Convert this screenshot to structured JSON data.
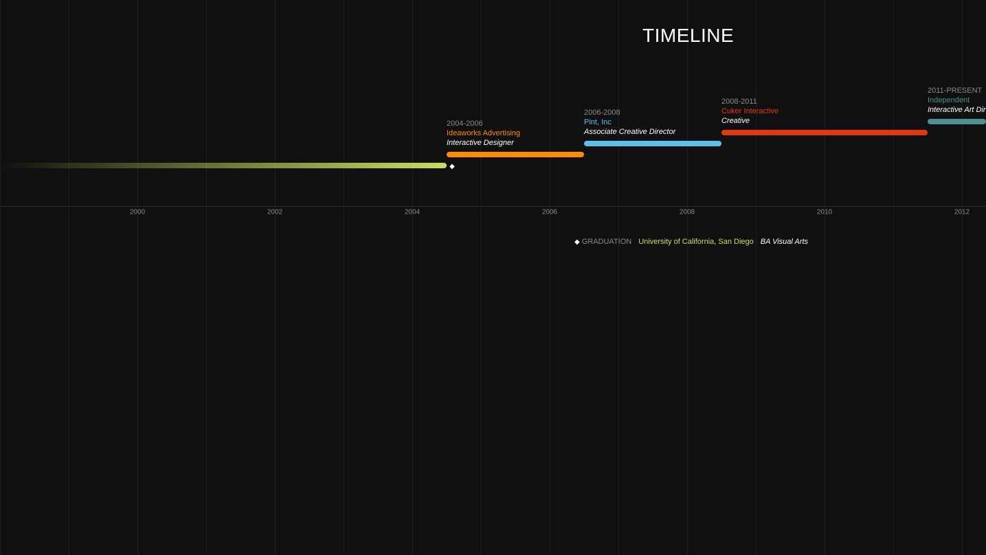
{
  "title": "TIMELINE",
  "colors": {
    "background": "#101010",
    "grid": "#1e1e1e",
    "axis": "#2e2e2e",
    "tick_label": "#8a8a8a",
    "education": "#c8e05a",
    "ideaworks": "#ff8c00",
    "pint": "#5bc0eb",
    "cuker": "#e03a0e",
    "independent": "#4e8f91"
  },
  "chart_data": {
    "type": "timeline",
    "title": "TIMELINE",
    "x_domain": [
      1998,
      2012.35
    ],
    "x_ticks": [
      "2000",
      "2002",
      "2004",
      "2006",
      "2008",
      "2010",
      "2012"
    ],
    "grid": true,
    "entries": [
      {
        "period": "",
        "company": "",
        "role": "",
        "start": 1998,
        "end": 2004.5,
        "level": 0,
        "color": "#c8e05a",
        "gradient": true
      },
      {
        "period": "2004-2006",
        "company": "Ideaworks Advertising",
        "role": "Interactive Designer",
        "start": 2004.5,
        "end": 2006.5,
        "level": 1,
        "color": "#ff8c00"
      },
      {
        "period": "2006-2008",
        "company": "Pint, Inc",
        "role": "Associate Creative Director",
        "start": 2006.5,
        "end": 2008.5,
        "level": 2,
        "color": "#5bc0eb"
      },
      {
        "period": "2008-2011",
        "company": "Cuker Interactive",
        "role": "Creative",
        "start": 2008.5,
        "end": 2011.5,
        "level": 3,
        "color": "#e03a0e"
      },
      {
        "period": "2011-PRESENT",
        "company": "Independent",
        "role": "Interactive Art Director",
        "start": 2011.5,
        "end": 2012.35,
        "level": 4,
        "color": "#4e8f91"
      }
    ],
    "milestones": [
      {
        "at": 2004.58,
        "symbol": "◆"
      }
    ],
    "legend": {
      "symbol": "◆",
      "label": "GRADUATION",
      "school": "University of California, San Diego",
      "degree": "BA Visual Arts"
    }
  }
}
